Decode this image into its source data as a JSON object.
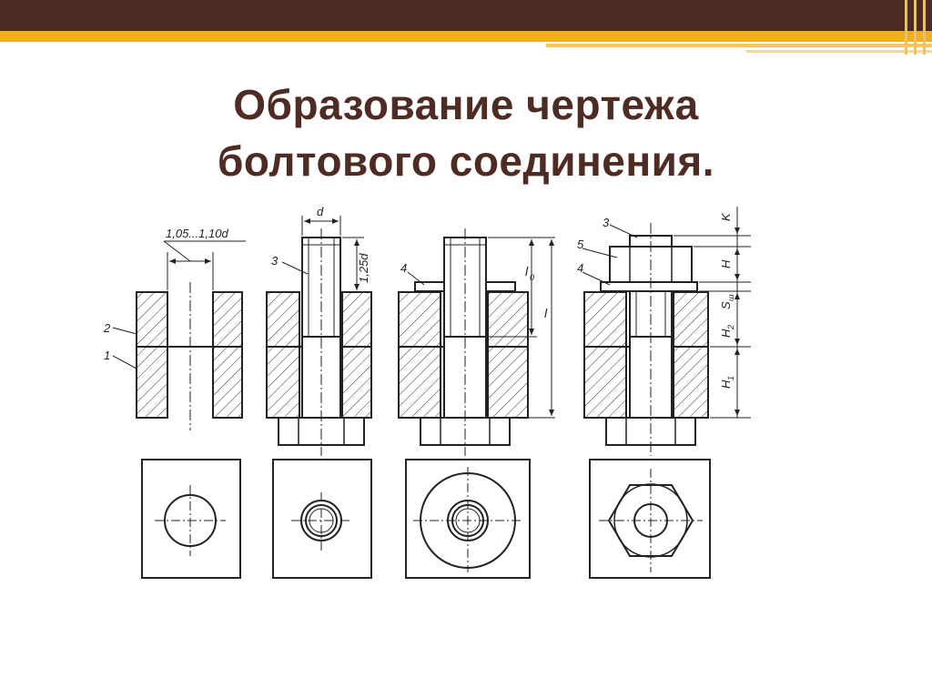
{
  "title": {
    "line1": "Образование чертежа",
    "line2": "болтового соединения."
  },
  "drawing": {
    "fig1": {
      "hole_dim": "1,05...1,10d",
      "label_part_upper": "2",
      "label_part_lower": "1"
    },
    "fig2": {
      "dim_d": "d",
      "dim_thread": "1,25d",
      "label_bolt": "3"
    },
    "fig3": {
      "label_washer": "4",
      "dim_l0": "l",
      "dim_l0_sub": "0",
      "dim_l": "l"
    },
    "fig4": {
      "label_bolt": "3",
      "label_nut": "5",
      "label_washer": "4",
      "dim_K": "K",
      "dim_H": "H",
      "dim_S": "S",
      "dim_S_sub": "ш",
      "dim_H2": "H",
      "dim_H2_sub": "2",
      "dim_H1": "H",
      "dim_H1_sub": "1"
    }
  }
}
